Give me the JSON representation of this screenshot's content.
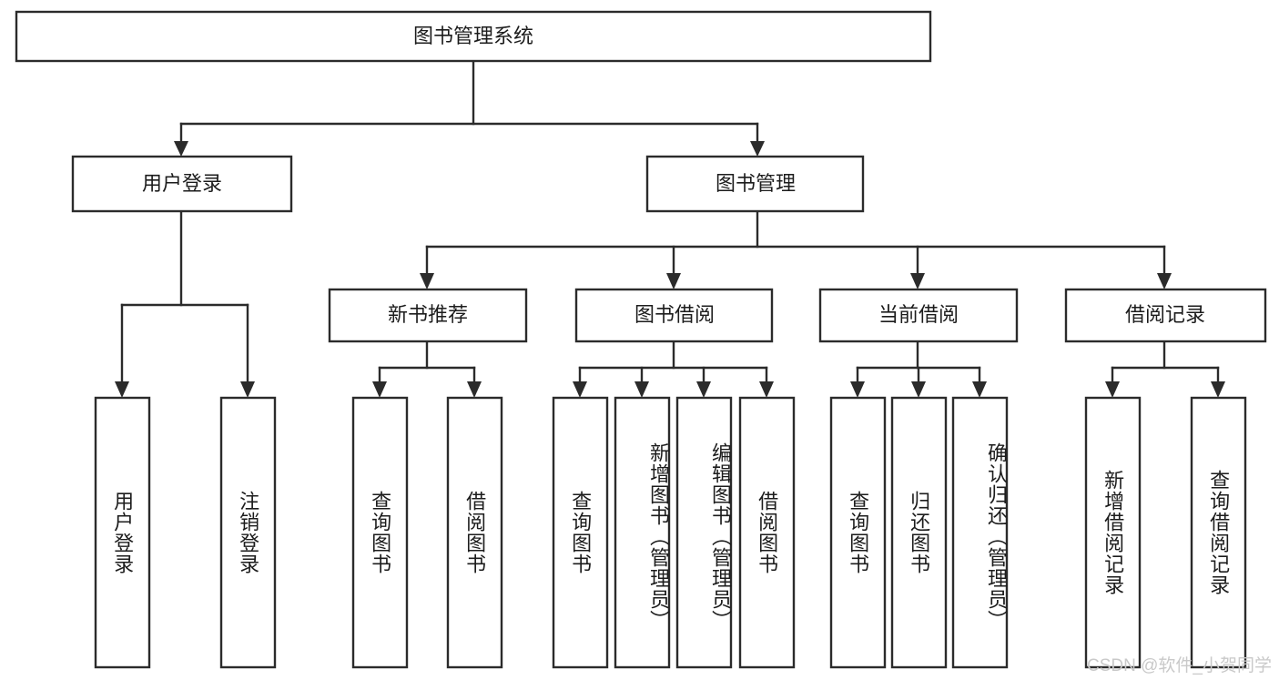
{
  "diagram": {
    "type": "tree-hierarchy",
    "title": "图书管理系统",
    "watermark": "CSDN @软件_小贺同学",
    "colors": {
      "stroke": "#2b2b2b",
      "fill": "#ffffff",
      "text": "#1c1c1c",
      "watermark": "#c9c9c9"
    },
    "levels": {
      "root": {
        "label": "图书管理系统"
      },
      "level2": [
        {
          "label": "用户登录"
        },
        {
          "label": "图书管理"
        }
      ],
      "level3": [
        {
          "label": "新书推荐"
        },
        {
          "label": "图书借阅"
        },
        {
          "label": "当前借阅"
        },
        {
          "label": "借阅记录"
        }
      ]
    },
    "leaves": {
      "user_login": [
        {
          "label": "用户登录"
        },
        {
          "label": "注销登录"
        }
      ],
      "new_book_recommend": [
        {
          "label": "查询图书"
        },
        {
          "label": "借阅图书"
        }
      ],
      "book_borrow": [
        {
          "label": "查询图书"
        },
        {
          "label": "新增图书（管理员）"
        },
        {
          "label": "编辑图书（管理员）"
        },
        {
          "label": "借阅图书"
        }
      ],
      "current_borrow": [
        {
          "label": "查询图书"
        },
        {
          "label": "归还图书"
        },
        {
          "label": "确认归还（管理员）"
        }
      ],
      "borrow_record": [
        {
          "label": "新增借阅记录"
        },
        {
          "label": "查询借阅记录"
        }
      ]
    }
  }
}
